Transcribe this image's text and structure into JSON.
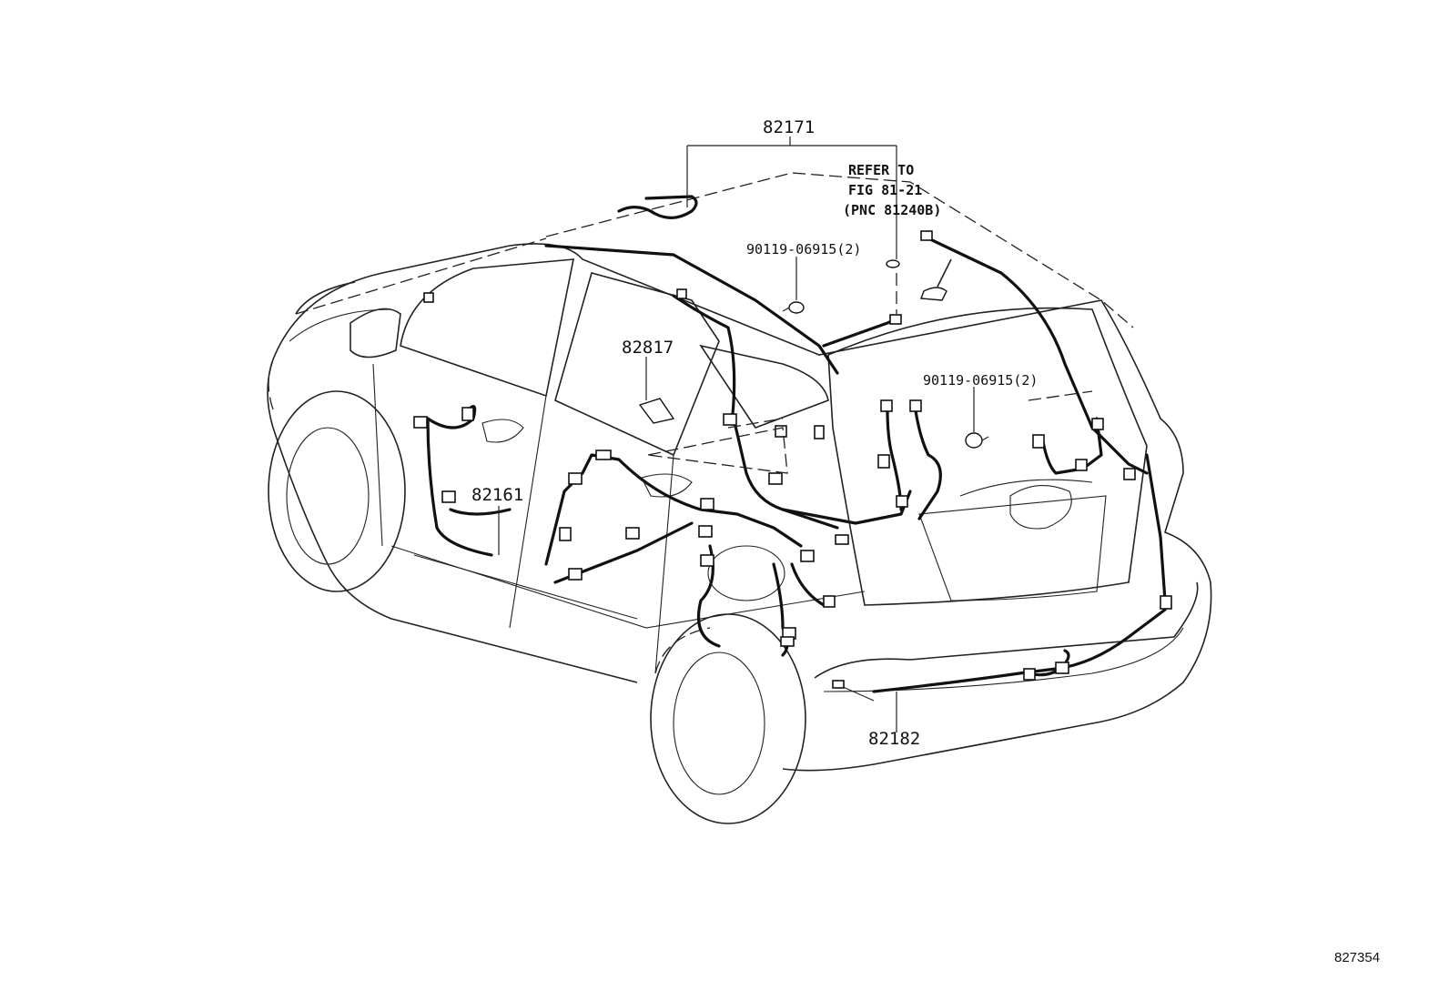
{
  "diagram": {
    "parts": {
      "roof_harness": "82171",
      "floor_harness": "82161",
      "wiring_label": "82817",
      "rear_bumper_harness": "82182",
      "screw_upper": "90119-06915(2)",
      "screw_lower": "90119-06915(2)"
    },
    "reference_note": {
      "line1": "REFER TO",
      "line2": "FIG 81-21",
      "line3": "(PNC 81240B)"
    },
    "figure_id": "827354"
  }
}
